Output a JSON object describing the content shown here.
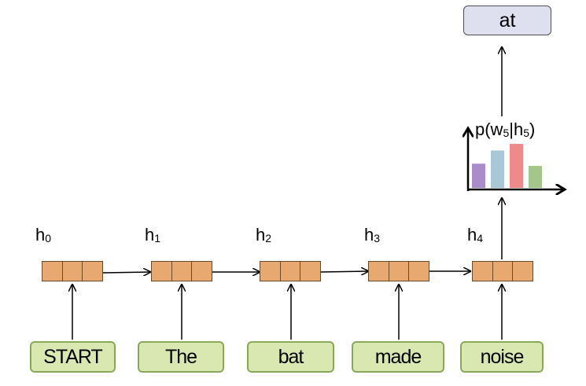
{
  "inputs": [
    "START",
    "The",
    "bat",
    "made",
    "noise"
  ],
  "hidden_states": [
    {
      "base": "h",
      "sub": "0"
    },
    {
      "base": "h",
      "sub": "1"
    },
    {
      "base": "h",
      "sub": "2"
    },
    {
      "base": "h",
      "sub": "3"
    },
    {
      "base": "h",
      "sub": "4"
    }
  ],
  "distribution": {
    "label_prefix": "p(w",
    "label_sub1": "5",
    "label_mid": "|h",
    "label_sub2": "5",
    "label_suffix": ")",
    "bars": [
      {
        "value": 0.55,
        "color": "#a98cc9"
      },
      {
        "value": 0.85,
        "color": "#a9c7d6"
      },
      {
        "value": 1.0,
        "color": "#ef8a8a"
      },
      {
        "value": 0.5,
        "color": "#a5c68a"
      }
    ]
  },
  "output": "at",
  "colors": {
    "input_fill": "#d9e8b0",
    "hidden_fill": "#e8a971",
    "output_fill": "#dfe0ef"
  }
}
